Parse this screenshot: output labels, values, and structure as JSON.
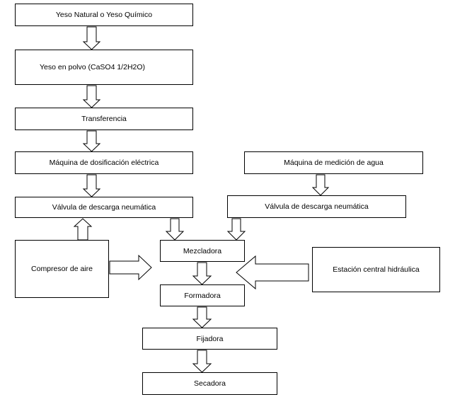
{
  "diagram": {
    "nodes": {
      "yeso_natural": "Yeso Natural o Yeso Químico",
      "yeso_polvo": "Yeso en polvo (CaSO4 1/2H2O)",
      "transferencia": "Transferencia",
      "dosificacion": "Máquina de dosificación eléctrica",
      "medicion_agua": "Máquina de medición de agua",
      "valvula_izq": "Válvula de descarga neumática",
      "valvula_der": "Válvula de descarga neumática",
      "compresor": "Compresor de aire",
      "mezcladora": "Mezcladora",
      "estacion": "Estación central hidráulica",
      "formadora": "Formadora",
      "fijadora": "Fijadora",
      "secadora": "Secadora"
    },
    "colors": {
      "line": "#000000",
      "fill": "#ffffff"
    }
  }
}
